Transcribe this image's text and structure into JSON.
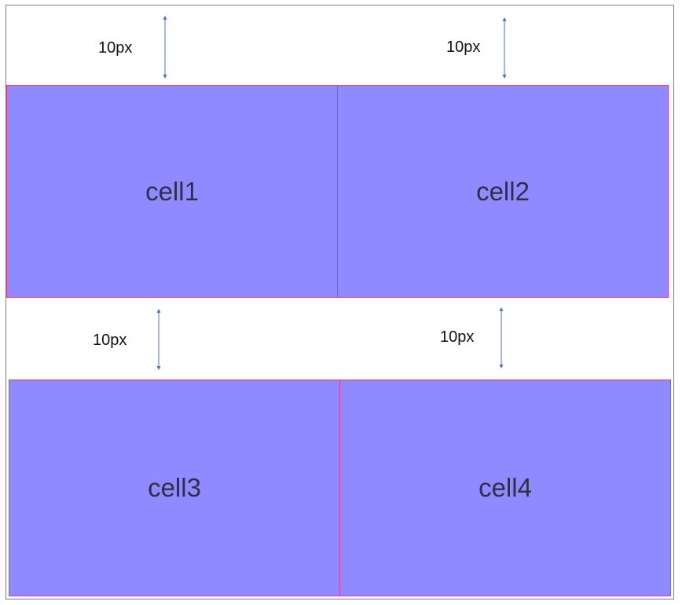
{
  "gaps": [
    {
      "label": "10px"
    },
    {
      "label": "10px"
    },
    {
      "label": "10px"
    },
    {
      "label": "10px"
    }
  ],
  "cells": [
    {
      "label": "cell1"
    },
    {
      "label": "cell2"
    },
    {
      "label": "cell3"
    },
    {
      "label": "cell4"
    }
  ],
  "colors": {
    "cell_fill": "#8f8aff",
    "cell_border": "#e0399a",
    "arrow": "#4472c4",
    "frame_border": "#7a7f86"
  }
}
